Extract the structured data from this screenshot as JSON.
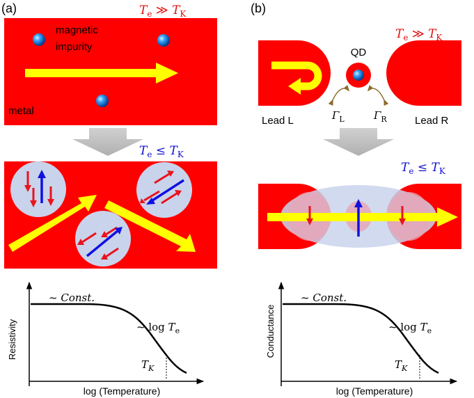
{
  "panel_a": {
    "label": "(a)",
    "top": {
      "temp_main": "T",
      "temp_main_sub": "e",
      "temp_rel": " ≫ ",
      "temp_k": "T",
      "temp_k_sub": "K",
      "magnetic_line1": "magnetic",
      "magnetic_line2": "impurity",
      "metal": "metal"
    },
    "middle": {
      "temp_main": "T",
      "temp_main_sub": "e",
      "temp_rel": " ≤ ",
      "temp_k": "T",
      "temp_k_sub": "K"
    },
    "plot": {
      "ylabel": "Resistivity",
      "xlabel": "log (Temperature)",
      "const_label": "~ Const.",
      "log_label_prefix": "~ log ",
      "log_label_T": "T",
      "log_label_sub": "e",
      "tk_T": "T",
      "tk_sub": "K"
    }
  },
  "panel_b": {
    "label": "(b)",
    "top": {
      "qd": "QD",
      "temp_main": "T",
      "temp_main_sub": "e",
      "temp_rel": " ≫ ",
      "temp_k": "T",
      "temp_k_sub": "K",
      "lead_l": "Lead L",
      "lead_r": "Lead R",
      "gamma_l": "Γ",
      "gamma_l_sub": "L",
      "gamma_r": "Γ",
      "gamma_r_sub": "R"
    },
    "middle": {
      "temp_main": "T",
      "temp_main_sub": "e",
      "temp_rel": " ≤ ",
      "temp_k": "T",
      "temp_k_sub": "K"
    },
    "plot": {
      "ylabel": "Conductance",
      "xlabel": "log (Temperature)",
      "const_label": "~ Const.",
      "log_label_prefix": "~ log ",
      "log_label_T": "T",
      "log_label_sub": "e",
      "tk_T": "T",
      "tk_sub": "K"
    }
  },
  "colors": {
    "metal_red": "#ff0000",
    "arrow_yellow": "#ffff00",
    "spin_red": "#e8141c",
    "spin_blue": "#1010e0",
    "temp_red": "#e01010",
    "temp_blue": "#1010d0",
    "cloud": "#c9d3ec",
    "shift_arrow_gray": "#c0c0c0"
  }
}
